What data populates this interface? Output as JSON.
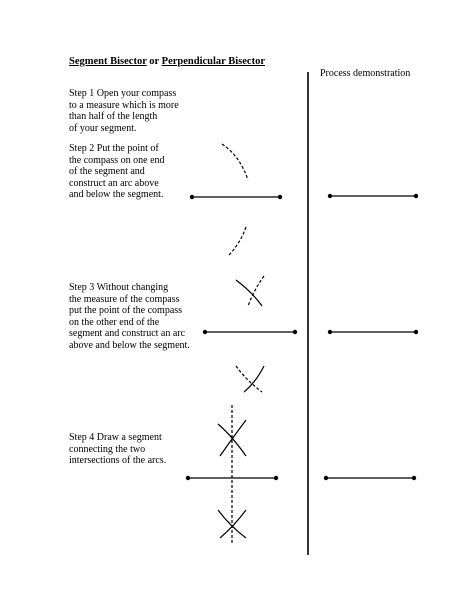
{
  "title": {
    "part1": "Segment Bisector",
    "connector": " or ",
    "part2": "Perpendicular Bisector"
  },
  "demo_label": "Process demonstration",
  "steps": [
    {
      "lines": [
        "Step 1  Open your compass",
        "to a measure which is more",
        "than half of the length",
        "of your segment."
      ]
    },
    {
      "lines": [
        "Step 2  Put the point of",
        "the compass on one end",
        "of the segment and",
        "construct an arc above",
        "and below the segment."
      ]
    },
    {
      "lines": [
        "Step 3  Without changing",
        "the measure of the compass",
        "put the point of the compass",
        "on the other end of the",
        "segment and construct an arc",
        "above and below the segment."
      ]
    },
    {
      "lines": [
        "Step 4  Draw a segment",
        "connecting the two",
        "intersections of the arcs."
      ]
    }
  ]
}
